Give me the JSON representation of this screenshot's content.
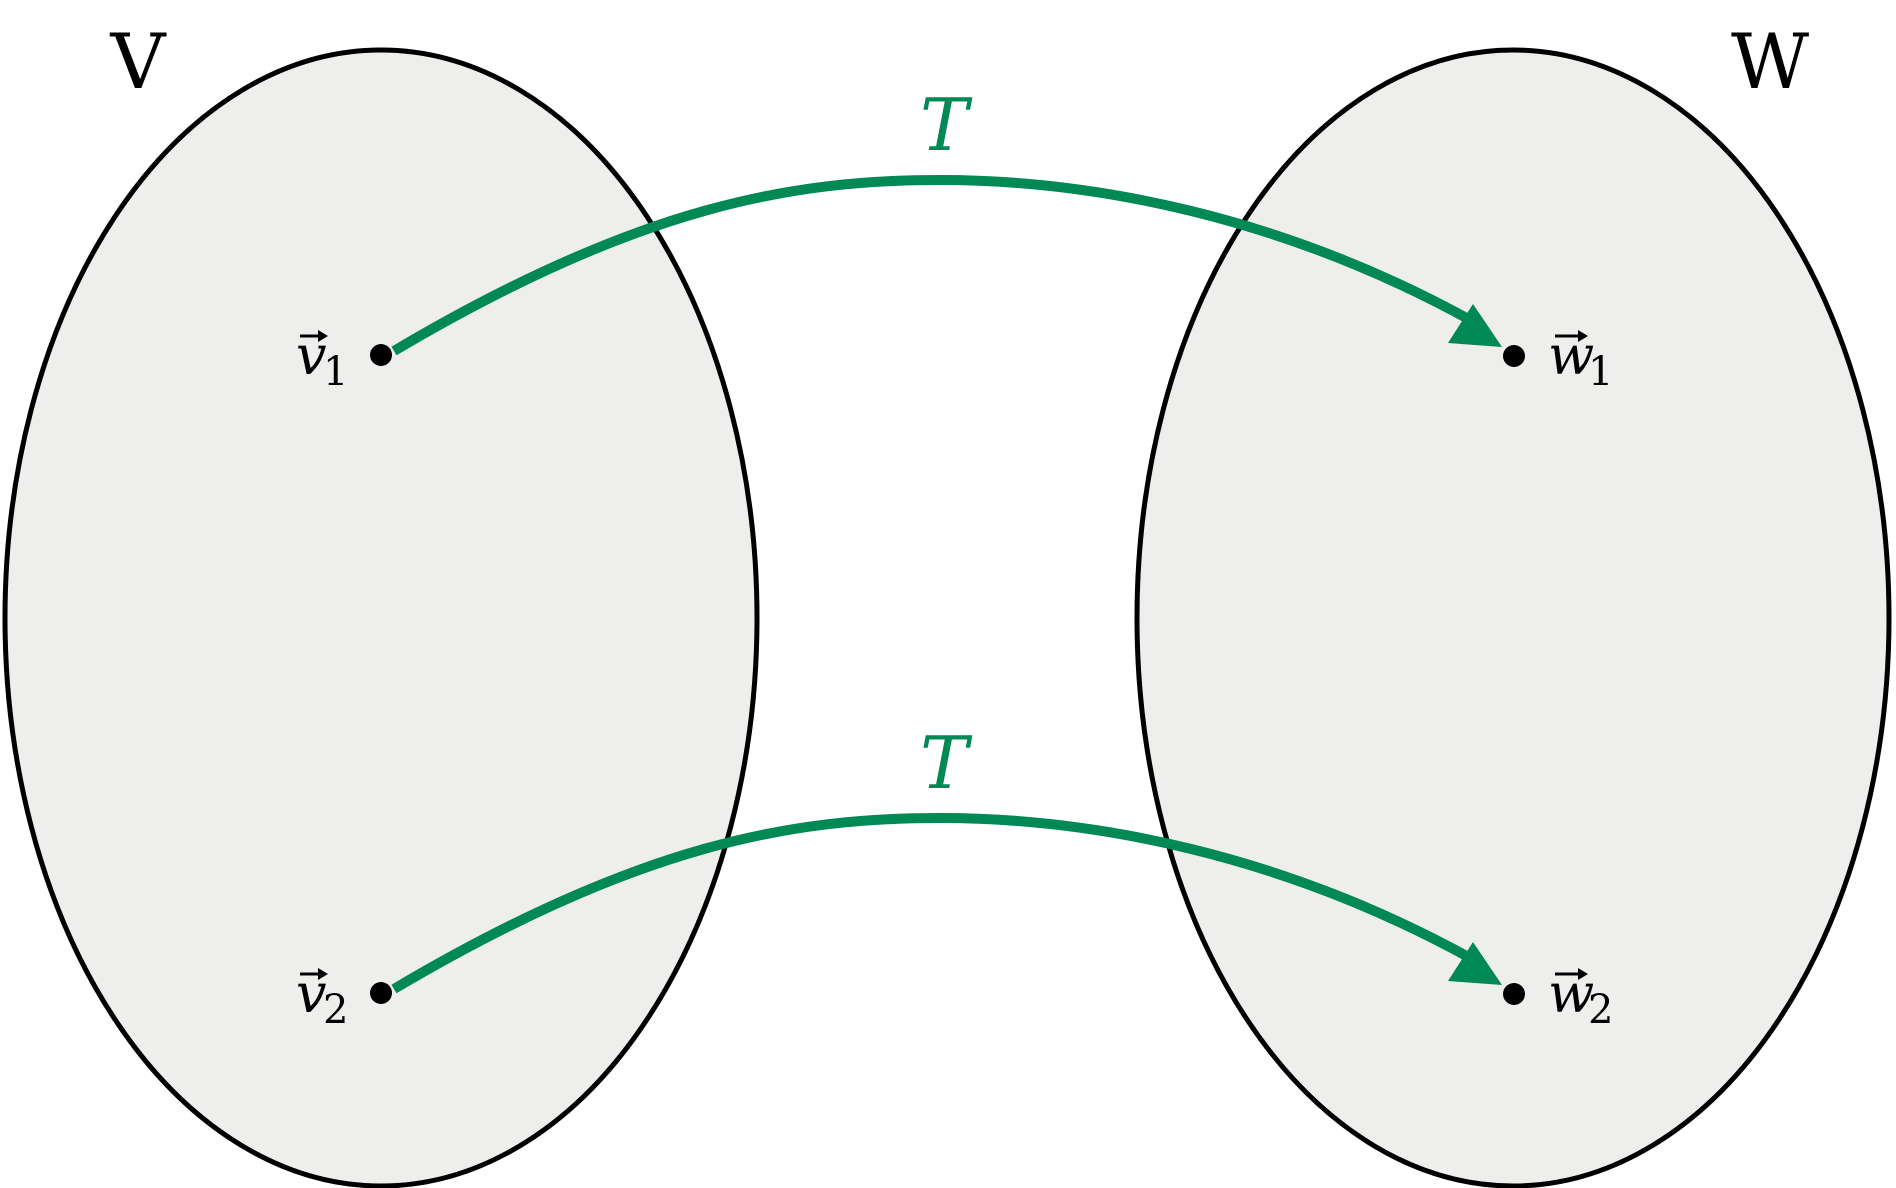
{
  "colors": {
    "set_fill": "#eeeeec",
    "set_stroke": "#000000",
    "map_color": "#008855",
    "point_color": "#000000"
  },
  "sets": {
    "domain": {
      "label": "V"
    },
    "codomain": {
      "label": "W"
    }
  },
  "points": {
    "v1": {
      "name": "v",
      "subscript": "1"
    },
    "v2": {
      "name": "v",
      "subscript": "2"
    },
    "w1": {
      "name": "w",
      "subscript": "1"
    },
    "w2": {
      "name": "w",
      "subscript": "2"
    }
  },
  "maps": [
    {
      "label": "T",
      "from": "v1",
      "to": "w1"
    },
    {
      "label": "T",
      "from": "v2",
      "to": "w2"
    }
  ]
}
